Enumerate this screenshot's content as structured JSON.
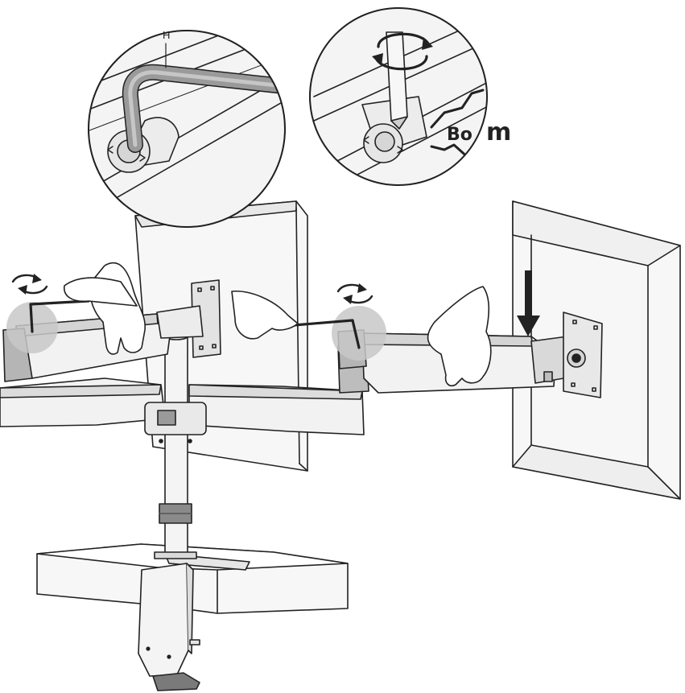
{
  "labels": {
    "tool_letter": "H",
    "sound_word_prefix": "Bo",
    "sound_word_small": "o",
    "sound_word_suffix": "m"
  },
  "colors": {
    "line": "#222222",
    "fill_light": "#f7f7f7",
    "fill_gray": "#d9d9d9",
    "fill_dark": "#8a8a8a",
    "highlight": "#c8c8c8"
  },
  "icons": {
    "rotate_left": "rotate-arrows-icon",
    "rotate_right": "rotate-arrows-icon",
    "rotate_circle": "rotate-circle-icon",
    "down_arrow": "down-arrow-icon",
    "impact": "impact-lines-icon"
  }
}
